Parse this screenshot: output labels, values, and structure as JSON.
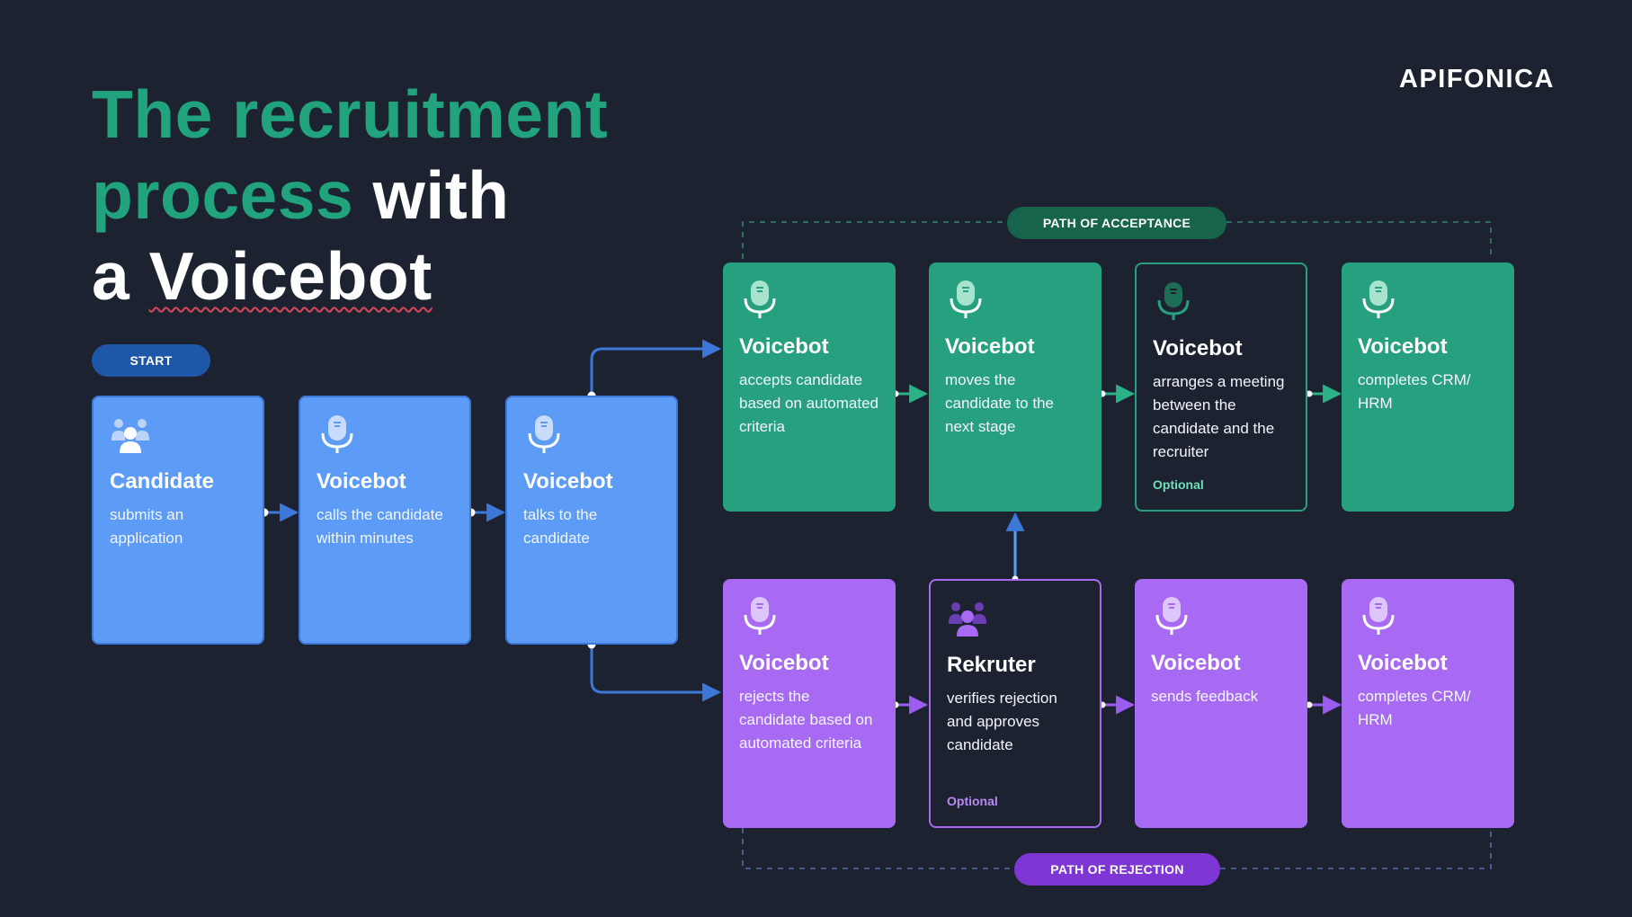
{
  "title": {
    "line1": "The recruitment",
    "line2_colored": "process",
    "line2_rest": "with",
    "line3_prefix": "a",
    "line3_word": "Voicebot"
  },
  "brand": {
    "logo_text": "APIFONICA"
  },
  "labels": {
    "start": "START",
    "path_acceptance": "PATH OF ACCEPTANCE",
    "path_rejection": "PATH OF REJECTION"
  },
  "cards": [
    {
      "id": "candidate",
      "icon": "people-icon",
      "heading": "Candidate",
      "description": "submits an application"
    },
    {
      "id": "call",
      "icon": "microphone-icon",
      "heading": "Voicebot",
      "description": "calls the candidate within minutes"
    },
    {
      "id": "talk",
      "icon": "microphone-icon",
      "heading": "Voicebot",
      "description": "talks to the candidate"
    },
    {
      "id": "accept",
      "icon": "microphone-icon",
      "heading": "Voicebot",
      "description": "accepts candidate based on automated criteria"
    },
    {
      "id": "move",
      "icon": "microphone-icon",
      "heading": "Voicebot",
      "description": "moves the candidate to the next stage"
    },
    {
      "id": "meeting",
      "icon": "microphone-icon",
      "heading": "Voicebot",
      "description": "arranges a meeting between the candidate and the recruiter",
      "note": "Optional"
    },
    {
      "id": "crm-accept",
      "icon": "microphone-icon",
      "heading": "Voicebot",
      "description": "completes CRM/ HRM"
    },
    {
      "id": "reject",
      "icon": "microphone-icon",
      "heading": "Voicebot",
      "description": "rejects the candidate based on automated criteria"
    },
    {
      "id": "rekruter",
      "icon": "people-icon",
      "heading": "Rekruter",
      "description": "verifies rejection and approves candidate",
      "note": "Optional"
    },
    {
      "id": "feedback",
      "icon": "microphone-icon",
      "heading": "Voicebot",
      "description": "sends feedback"
    },
    {
      "id": "crm-reject",
      "icon": "microphone-icon",
      "heading": "Voicebot",
      "description": "completes CRM/ HRM"
    }
  ],
  "colors": {
    "background": "#1c2230",
    "title_green": "#21a37d",
    "card_blue": "#5c9cf7",
    "card_green": "#26a07f",
    "card_purple": "#a86af2",
    "accent_blue": "#3d77d8",
    "accent_purple": "#8a48e6"
  }
}
